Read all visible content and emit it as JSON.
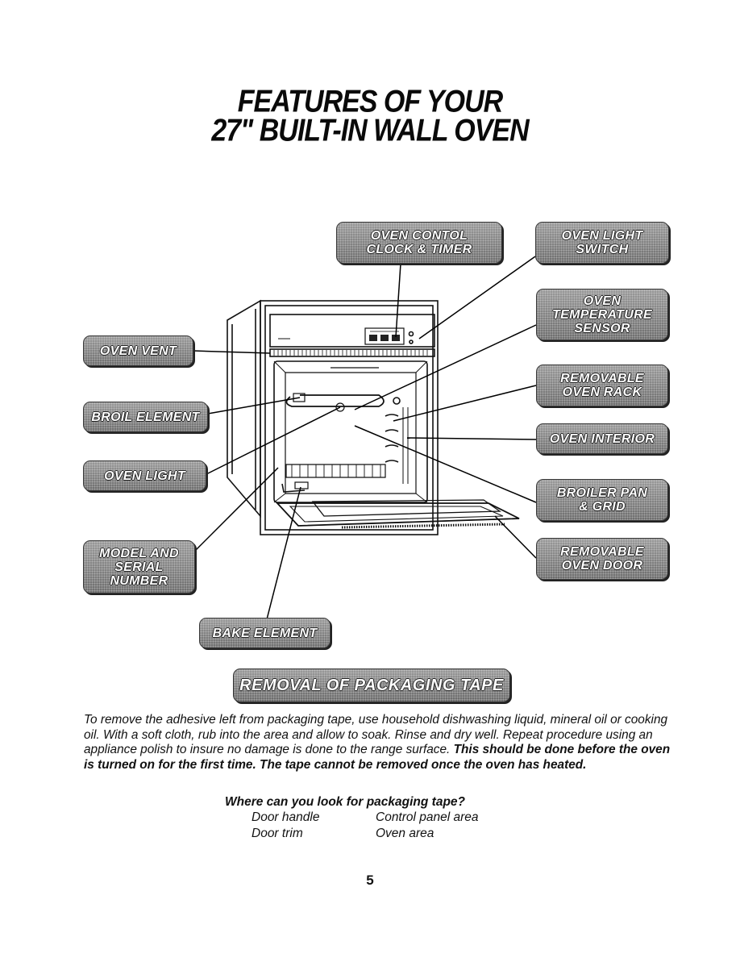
{
  "title": {
    "line1": "FEATURES OF YOUR",
    "line2": "27\" BUILT-IN WALL OVEN"
  },
  "callouts": {
    "control_clock": "OVEN CONTOL\nCLOCK & TIMER",
    "light_switch": "OVEN LIGHT\nSWITCH",
    "temp_sensor": "OVEN\nTEMPERATURE\nSENSOR",
    "oven_vent": "OVEN VENT",
    "removable_rack": "REMOVABLE\nOVEN RACK",
    "broil_element": "BROIL ELEMENT",
    "oven_interior": "OVEN INTERIOR",
    "oven_light": "OVEN LIGHT",
    "broiler_pan": "BROILER PAN\n& GRID",
    "model_serial": "MODEL AND\nSERIAL\nNUMBER",
    "removable_door": "REMOVABLE\nOVEN DOOR",
    "bake_element": "BAKE ELEMENT"
  },
  "tape": {
    "heading": "REMOVAL OF PACKAGING TAPE",
    "body": "To remove the adhesive left from packaging tape, use household dishwashing liquid, mineral oil or cooking oil. With a soft cloth, rub into the area and allow to soak. Rinse and dry well. Repeat procedure using an appliance polish to insure no damage is done to the range surface.",
    "warning": "This should be done before the oven is turned on for the first time. The tape cannot be removed once the oven has heated.",
    "question": "Where can you look for packaging tape?",
    "locations": [
      "Door handle",
      "Control panel area",
      "Door trim",
      "Oven area"
    ]
  },
  "page_number": "5"
}
